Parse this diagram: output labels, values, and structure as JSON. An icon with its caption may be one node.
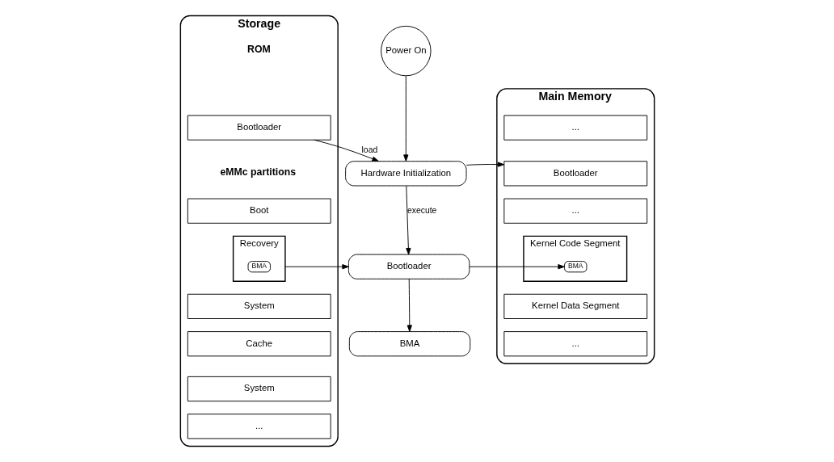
{
  "diagram": {
    "nodes": [
      {
        "text": [
          "Storage"
        ]
      },
      {
        "text": [
          "Bootloader"
        ],
        "in": 0
      },
      {
        "text": [
          "Boot"
        ],
        "in": 0
      },
      {
        "text": [
          "Recovery"
        ],
        "in": 0
      },
      {
        "text": [
          "BMA"
        ],
        "in": 3
      },
      {
        "text": [
          "System"
        ],
        "in": 0
      },
      {
        "text": [
          "Cache"
        ],
        "in": 0
      },
      {
        "text": [
          "System"
        ],
        "in": 0
      },
      {
        "text": [
          "..."
        ],
        "in": 0
      },
      {
        "text": [
          "Power On"
        ]
      },
      {
        "text": [
          "Hardware Initialization"
        ]
      },
      {
        "text": [
          "Bootloader"
        ]
      },
      {
        "text": [
          "BMA"
        ]
      },
      {
        "text": [
          "Main Memory"
        ]
      },
      {
        "text": [
          "..."
        ],
        "in": 13
      },
      {
        "text": [
          "Bootloader"
        ],
        "in": 13
      },
      {
        "text": [
          "..."
        ],
        "in": 13
      },
      {
        "text": [
          "Kernel Code Segment"
        ],
        "in": 13
      },
      {
        "text": [
          "BMA"
        ],
        "in": 17
      },
      {
        "text": [
          "Kernel Data Segment"
        ],
        "in": 13
      },
      {
        "text": [
          "..."
        ],
        "in": 13
      }
    ],
    "edges": [
      {
        "from": 9,
        "to": 10,
        "arrow": "to"
      },
      {
        "from": 1,
        "to": 10,
        "arrow": "to",
        "label": "load"
      },
      {
        "from": 10,
        "to": 15,
        "arrow": "to"
      },
      {
        "from": 10,
        "to": 11,
        "arrow": "to",
        "label": "execute"
      },
      {
        "from": 3,
        "to": 11,
        "arrow": "to"
      },
      {
        "from": 11,
        "to": 18,
        "arrow": "to"
      },
      {
        "from": 11,
        "to": 12,
        "arrow": "to"
      }
    ],
    "labels": [
      "ROM",
      "eMMc partitions"
    ]
  }
}
